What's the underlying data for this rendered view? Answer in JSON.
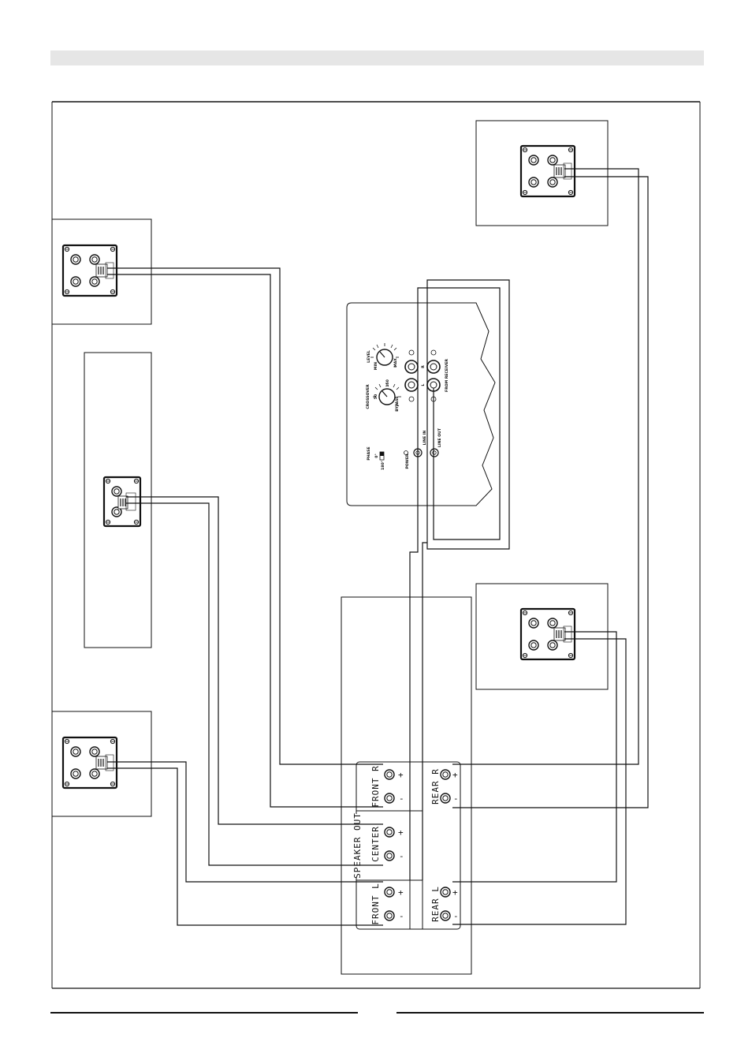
{
  "terminals": {
    "front_r": "FRONT R",
    "front_l": "FRONT L",
    "center": "CENTER",
    "rear_r": "REAR R",
    "rear_l": "REAR L",
    "speaker_out": "SPEAKER OUT",
    "plus": "+",
    "minus": "-"
  },
  "subwoofer_panel": {
    "level": "LEVEL",
    "min": "MIN",
    "max": "MAX",
    "crossover": "CROSSOVER",
    "hz_50": "50",
    "hz_150": "150",
    "bypass": "BYPASS",
    "phase": "PHASE",
    "phase_0": "0°",
    "phase_180": "180°",
    "power": "POWER",
    "line_in": "LINE IN",
    "line_out": "LINE OUT",
    "from_receiver": "FROM RECEIVER",
    "l": "L",
    "r": "R"
  },
  "colors": {
    "line": "#111111",
    "header_bar": "#e6e6e6"
  }
}
